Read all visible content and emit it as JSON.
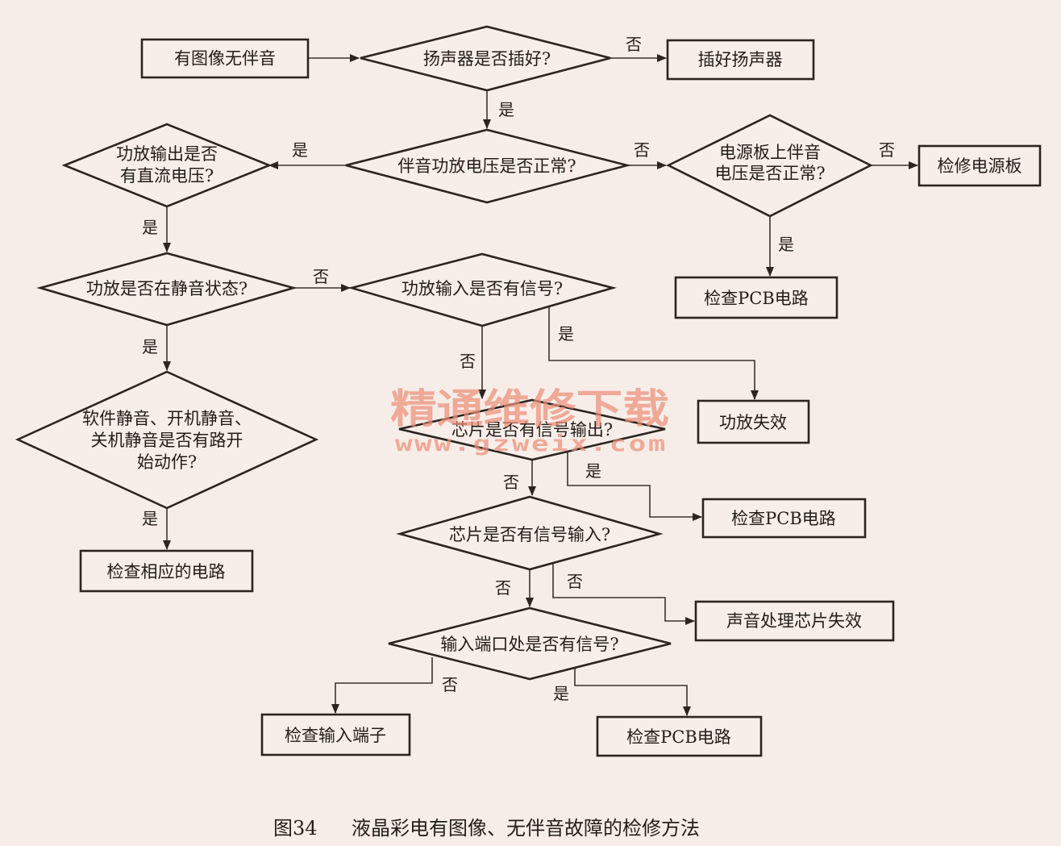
{
  "nodes": {
    "start": "有图像无伴音",
    "q_speaker": "扬声器是否插好?",
    "a_plug_speaker": "插好扬声器",
    "q_amp_voltage": "伴音功放电压是否正常?",
    "q_amp_dc": [
      "功放输出是否",
      "有直流电压?"
    ],
    "q_psu_voltage": [
      "电源板上伴音",
      "电压是否正常?"
    ],
    "a_repair_psu": "检修电源板",
    "a_check_pcb_1": "检查PCB电路",
    "q_mute": "功放是否在静音状态?",
    "q_amp_input": "功放输入是否有信号?",
    "a_amp_fail": "功放失效",
    "q_mute_paths": [
      "软件静音、开机静音、",
      "关机静音是否有路开",
      "始动作?"
    ],
    "a_check_circuit": "检查相应的电路",
    "q_chip_output": "芯片是否有信号输出?",
    "a_check_pcb_2": "检查PCB电路",
    "q_chip_input": "芯片是否有信号输入?",
    "a_chip_fail": "声音处理芯片失效",
    "q_port": "输入端口处是否有信号?",
    "a_check_terminal": "检查输入端子",
    "a_check_pcb_3": "检查PCB电路"
  },
  "edge_labels": {
    "speaker_no": "否",
    "speaker_yes": "是",
    "voltage_yes": "是",
    "voltage_no": "否",
    "psu_no": "否",
    "psu_yes": "是",
    "dc_yes": "是",
    "mute_no": "否",
    "mute_yes": "是",
    "amp_input_yes": "是",
    "amp_input_no": "否",
    "mute_paths_yes": "是",
    "chip_output_yes": "是",
    "chip_output_no": "否",
    "chip_input_no_right": "否",
    "chip_input_no_down": "否",
    "port_no": "否",
    "port_yes": "是"
  },
  "caption": {
    "figure_no": "图34",
    "title": "液晶彩电有图像、无伴音故障的检修方法"
  },
  "watermark": {
    "cn": "精通维修下载",
    "url": "www.gzweix.com"
  }
}
